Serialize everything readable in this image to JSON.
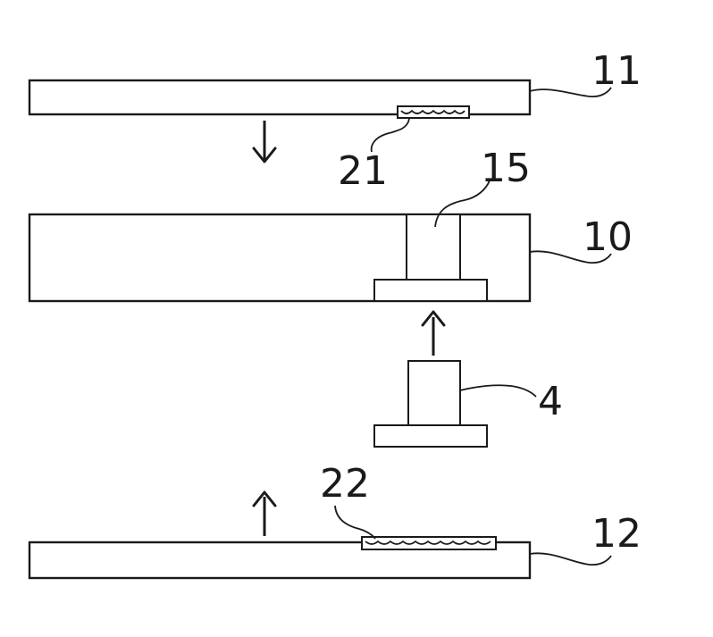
{
  "labels": {
    "upper_plate": "11",
    "upper_pad": "21",
    "pin": "15",
    "middle_plate": "10",
    "tool": "4",
    "lower_pad": "22",
    "lower_plate": "12"
  }
}
